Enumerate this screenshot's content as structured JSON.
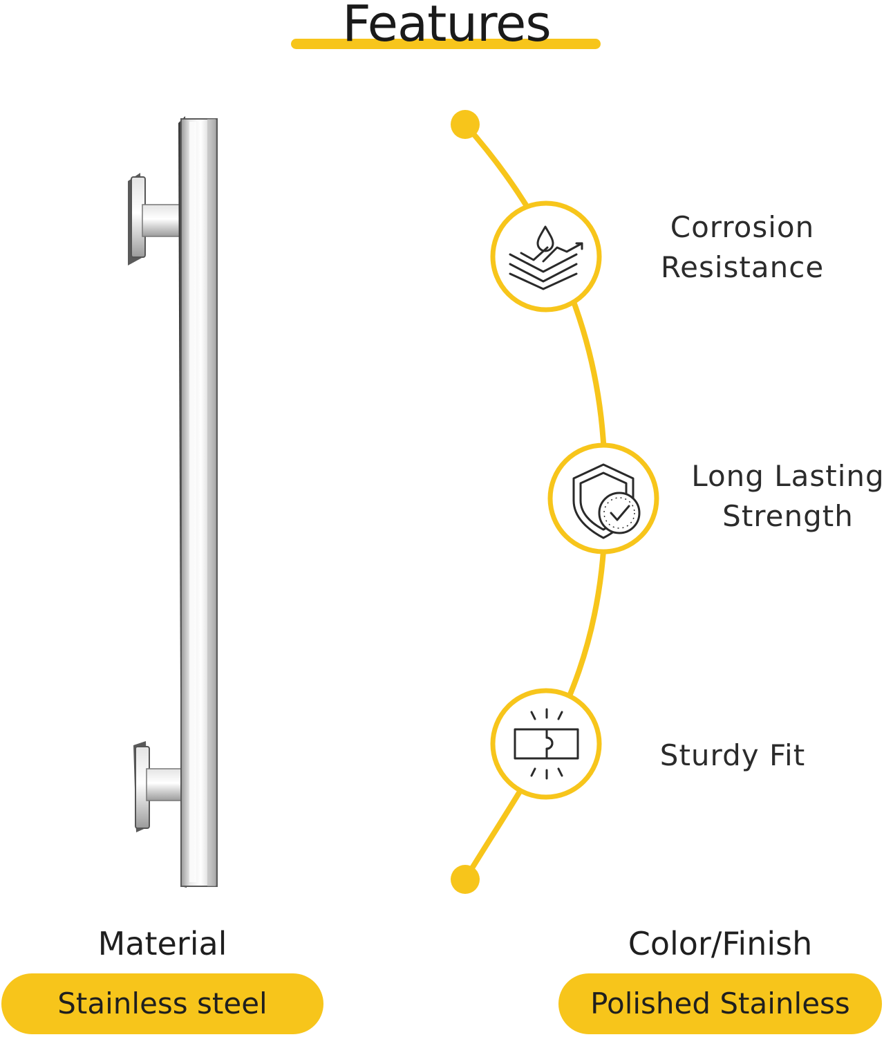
{
  "title": "Features",
  "accent_color": "#f7c51b",
  "features": [
    {
      "icon": "corrosion-resistance-icon",
      "line1": "Corrosion",
      "line2": "Resistance"
    },
    {
      "icon": "shield-clock-icon",
      "line1": "Long Lasting",
      "line2": "Strength"
    },
    {
      "icon": "sturdy-fit-icon",
      "line1": "Sturdy Fit"
    }
  ],
  "specs": {
    "material": {
      "label": "Material",
      "value": "Stainless steel"
    },
    "finish": {
      "label": "Color/Finish",
      "value": "Polished Stainless"
    }
  }
}
